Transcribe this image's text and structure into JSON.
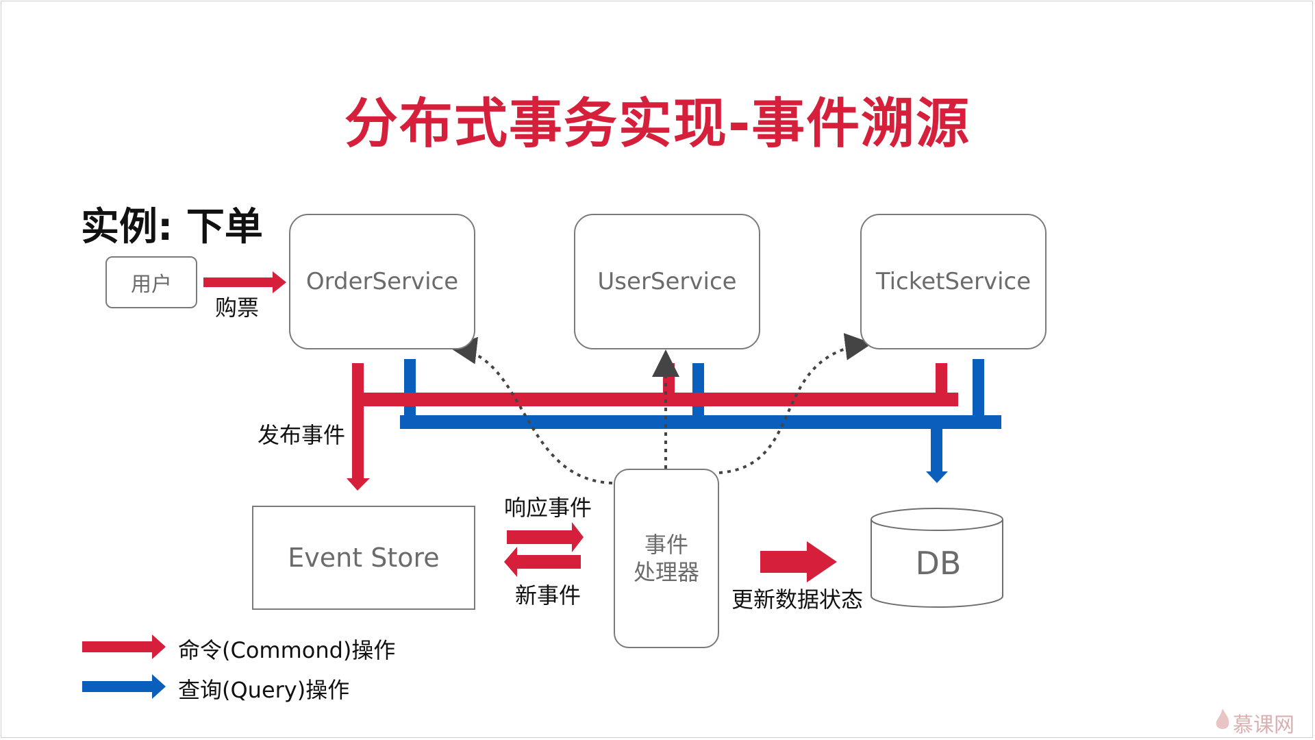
{
  "title": "分布式事务实现-事件溯源",
  "subtitle": "实例: 下单",
  "nodes": {
    "user": "用户",
    "order_service": "OrderService",
    "user_service": "UserService",
    "ticket_service": "TicketService",
    "event_store": "Event Store",
    "handler_line1": "事件",
    "handler_line2": "处理器",
    "db": "DB"
  },
  "edge_labels": {
    "buy_ticket": "购票",
    "publish_event": "发布事件",
    "respond_event": "响应事件",
    "new_event": "新事件",
    "update_state": "更新数据状态"
  },
  "legend": {
    "command": "命令(Commond)操作",
    "query": "查询(Query)操作"
  },
  "colors": {
    "command": "#d61f3a",
    "query": "#0a5fbd",
    "title": "#d61f3a"
  },
  "watermark": "慕课网"
}
